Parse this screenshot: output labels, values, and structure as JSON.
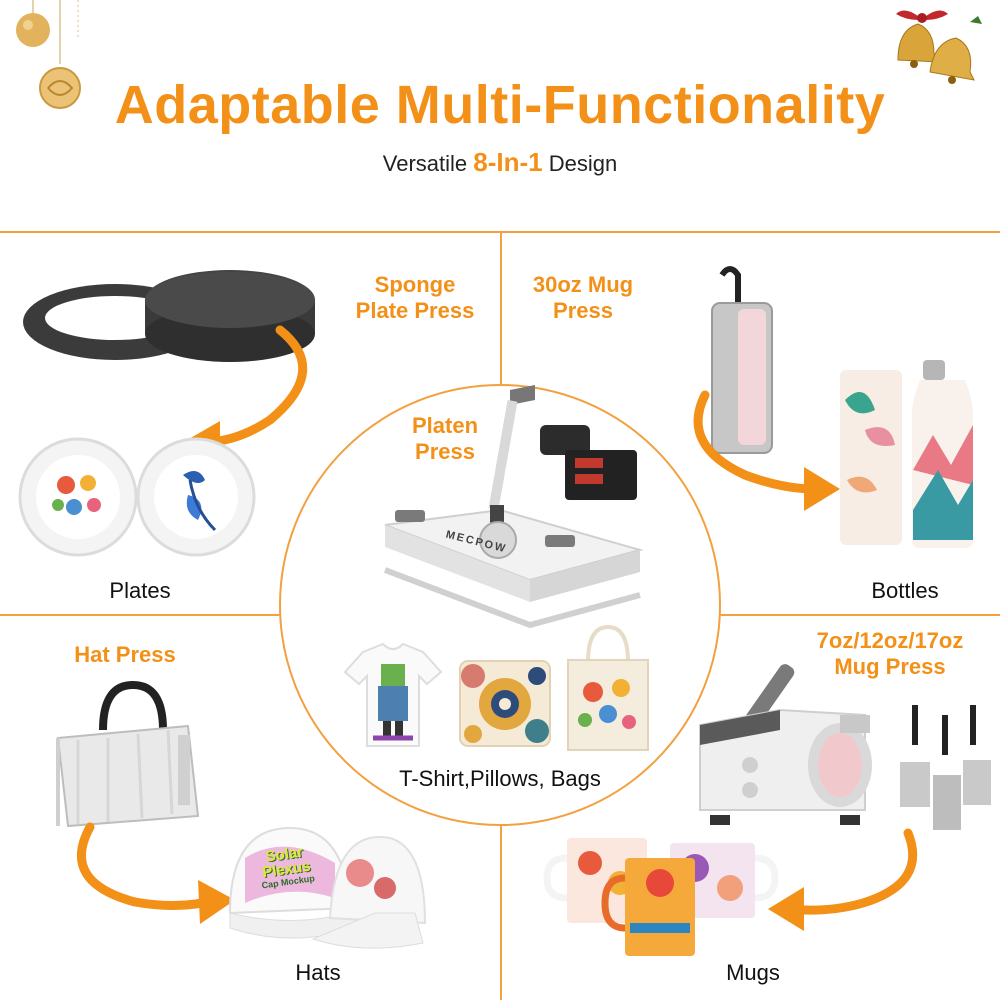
{
  "header": {
    "title": "Adaptable Multi-Functionality",
    "subtitle_prefix": "Versatile",
    "subtitle_highlight": "8-In-1",
    "subtitle_suffix": "Design"
  },
  "panels": {
    "sponge_plate_press": {
      "label_line1": "Sponge",
      "label_line2": "Plate Press",
      "product": "Plates"
    },
    "mug_30oz_press": {
      "label_line1": "30oz Mug",
      "label_line2": "Press",
      "product": "Bottles"
    },
    "platen_press": {
      "label_line1": "Platen",
      "label_line2": "Press",
      "product": "T-Shirt,Pillows, Bags",
      "brand": "MECPOW"
    },
    "hat_press": {
      "label": "Hat Press",
      "product": "Hats",
      "cap_text_line1": "Solar",
      "cap_text_line2": "Plexus",
      "cap_text_line3": "Cap Mockup"
    },
    "mug_press": {
      "label_line1": "7oz/12oz/17oz",
      "label_line2": "Mug Press",
      "product": "Mugs"
    }
  },
  "colors": {
    "accent": "#f39018",
    "divider": "#f3a040",
    "sponge": "#3a3a3a",
    "metal": "#c9c9c9"
  }
}
